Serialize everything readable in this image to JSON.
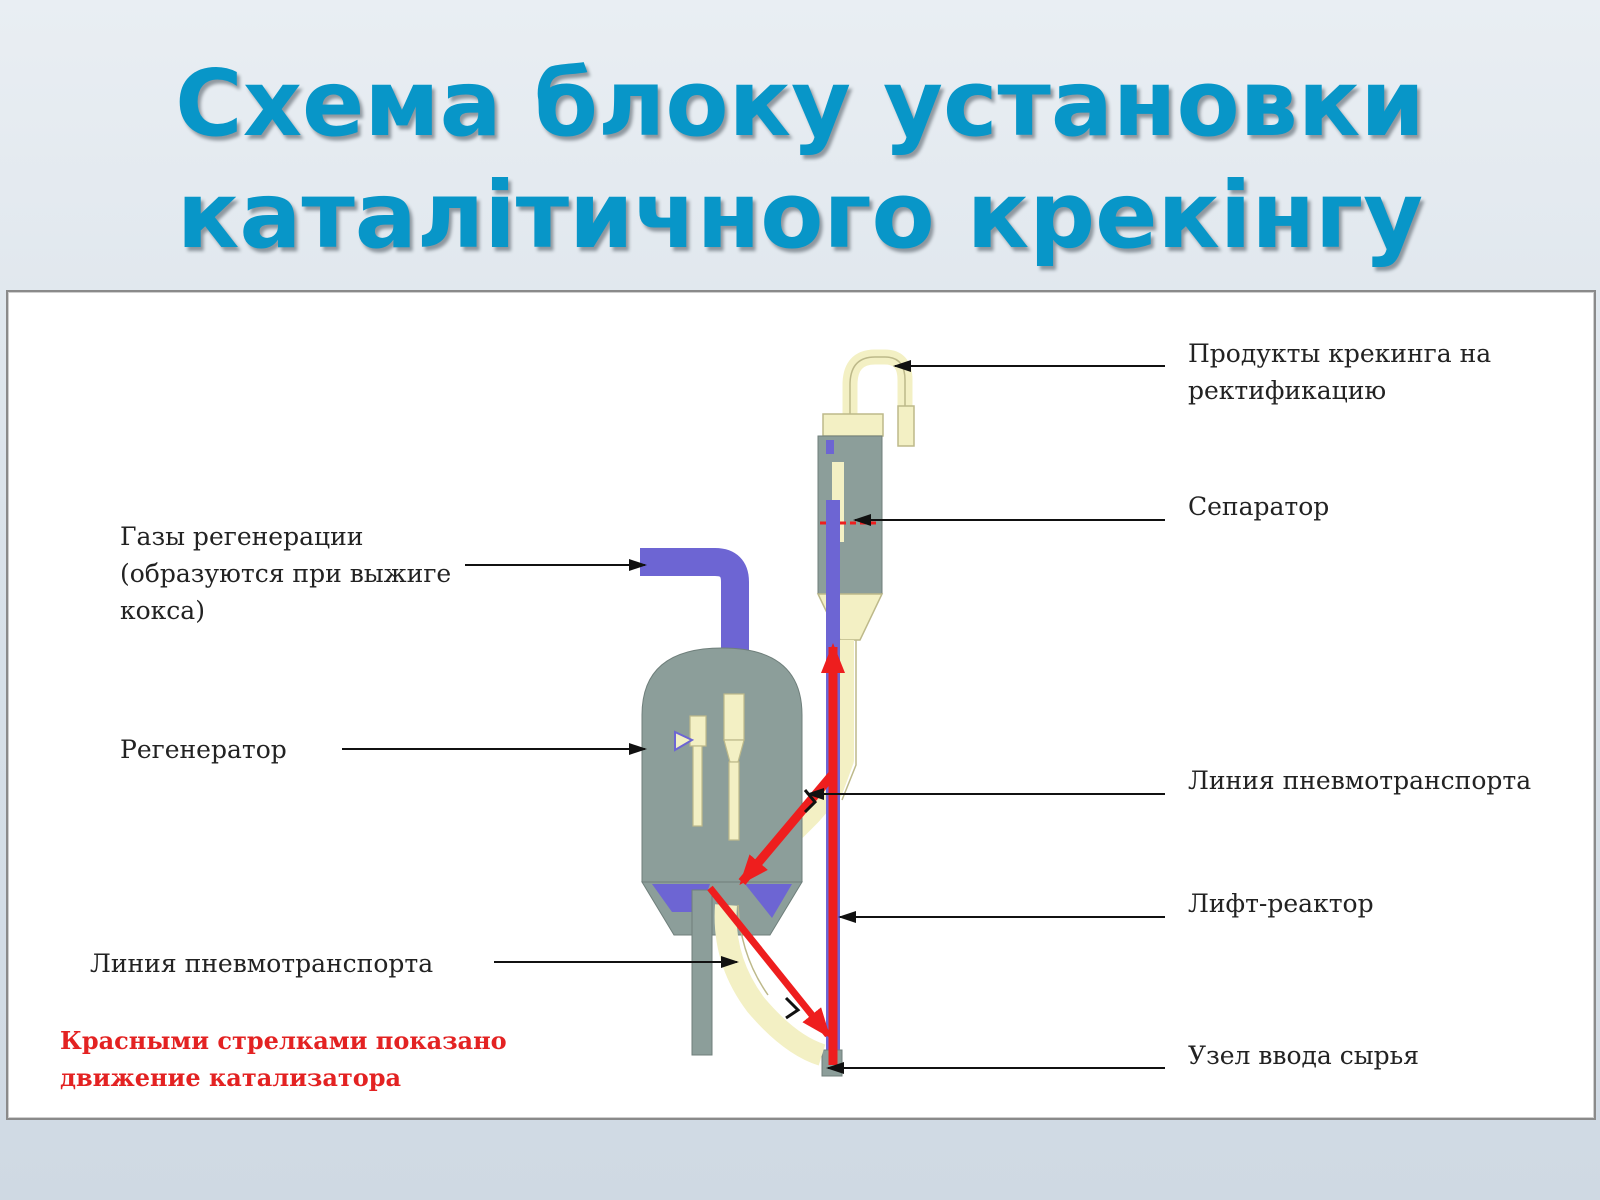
{
  "slide": {
    "title_line1": "Схема блоку установки",
    "title_line2": "каталітичного крекінгу"
  },
  "labels": {
    "products_line1": "Продукты крекинга на",
    "products_line2": "ректификацию",
    "separator": "Сепаратор",
    "regen_gases_line1": "Газы регенерации",
    "regen_gases_line2": "(образуются при выжиге",
    "regen_gases_line3": "кокса)",
    "regenerator": "Регенератор",
    "pneumo_line_right": "Линия пневмотранспорта",
    "lift_reactor": "Лифт-реактор",
    "pneumo_line_left": "Линия пневмотранспорта",
    "feed_inlet": "Узел ввода сырья",
    "note_line1": "Красными стрелками показано",
    "note_line2": "движение катализатора"
  },
  "colors": {
    "title": "#0896c8",
    "equipment_gray": "#8c9e9a",
    "pipe_yellow": "#f3f0c4",
    "gas_purple": "#6d65d3",
    "catalyst_arrow": "#ee1e1e"
  }
}
